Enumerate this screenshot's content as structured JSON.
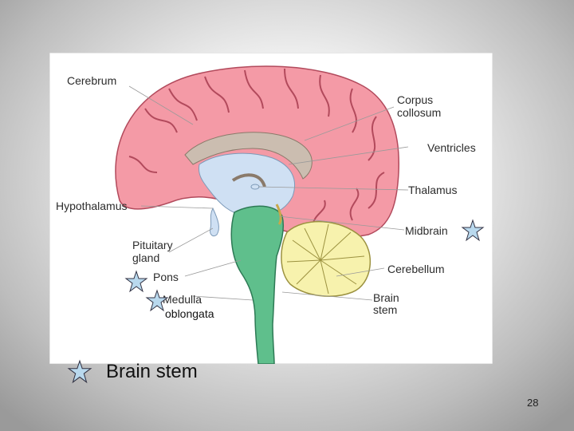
{
  "diagram": {
    "labels": {
      "cerebrum": "Cerebrum",
      "corpus_line1": "Corpus",
      "corpus_line2": "collosum",
      "ventricles": "Ventricles",
      "thalamus": "Thalamus",
      "hypothalamus": "Hypothalamus",
      "midbrain": "Midbrain",
      "pituitary_line1": "Pituitary",
      "pituitary_line2": "gland",
      "cerebellum": "Cerebellum",
      "pons": "Pons",
      "medulla": "Medulla",
      "brainstem_line1": "Brain",
      "brainstem_line2": "stem"
    }
  },
  "overlay_text": "oblongata",
  "caption": "Brain stem",
  "page_number": "28",
  "colors": {
    "cerebrum": "#f49aa6",
    "ventricle": "#cfe0f3",
    "corpus": "#cbbdb0",
    "brainstem": "#5fbf8c",
    "cerebellum": "#f7f2ad",
    "star": "#b9d9ee"
  }
}
